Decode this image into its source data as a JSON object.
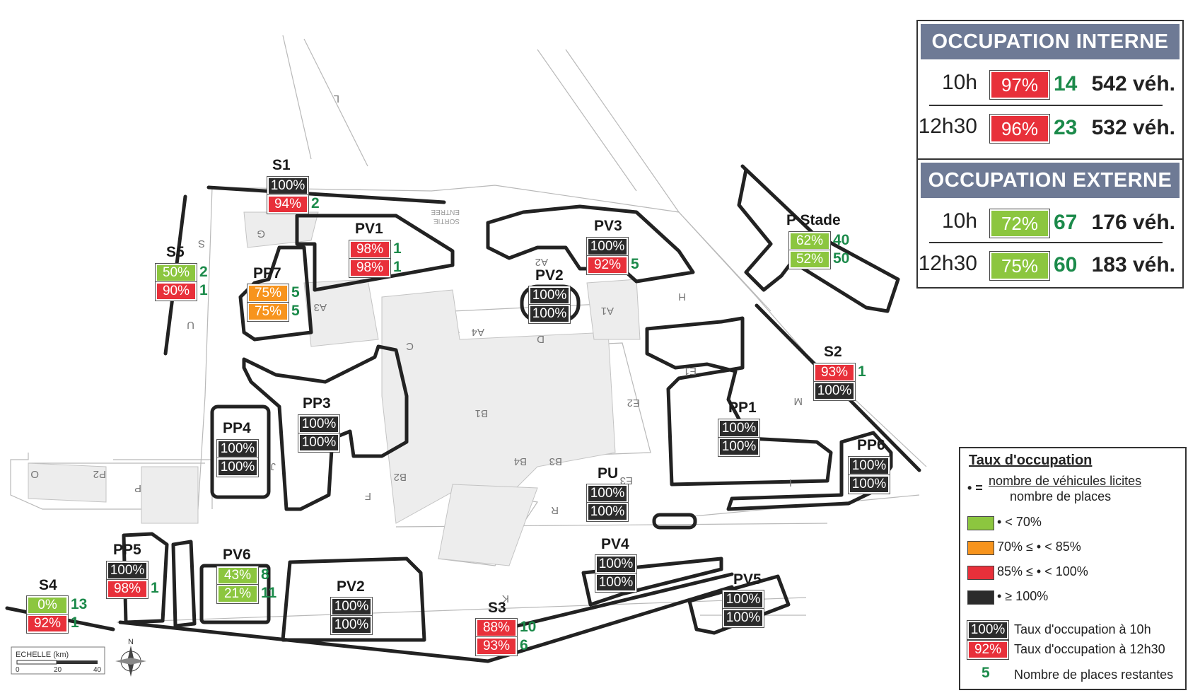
{
  "colors": {
    "green": "#8cc63f",
    "orange": "#f7941d",
    "red": "#e8303a",
    "black": "#2b2b2b",
    "remaining": "#1b8a4a",
    "panel_header": "#6e7a95"
  },
  "map_labels": {
    "building_letters": [
      "L",
      "G",
      "S",
      "U",
      "A3",
      "C",
      "D",
      "A4",
      "A2",
      "A1",
      "H",
      "E1",
      "E2",
      "B1",
      "B2",
      "B4",
      "B3",
      "E3",
      "R",
      "J",
      "F",
      "O",
      "P2",
      "P",
      "M",
      "I",
      "K"
    ],
    "entrance_labels": [
      "SORTIE",
      "ENTREE"
    ],
    "scale_label": "ECHELLE (km)",
    "scale_ticks": [
      "0",
      "20",
      "40"
    ],
    "north_label": "N"
  },
  "zones": [
    {
      "name": "S1",
      "am": "100%",
      "am_color": "black",
      "am_rem": "",
      "pm": "94%",
      "pm_color": "red",
      "pm_rem": "2"
    },
    {
      "name": "PV1",
      "am": "98%",
      "am_color": "red",
      "am_rem": "1",
      "pm": "98%",
      "pm_color": "red",
      "pm_rem": "1"
    },
    {
      "name": "PV3",
      "am": "100%",
      "am_color": "black",
      "am_rem": "",
      "pm": "92%",
      "pm_color": "red",
      "pm_rem": "5"
    },
    {
      "name": "S5",
      "am": "50%",
      "am_color": "green",
      "am_rem": "2",
      "pm": "90%",
      "pm_color": "red",
      "pm_rem": "1"
    },
    {
      "name": "PP7",
      "am": "75%",
      "am_color": "orange",
      "am_rem": "5",
      "pm": "75%",
      "pm_color": "orange",
      "pm_rem": "5"
    },
    {
      "name": "PV2",
      "am": "100%",
      "am_color": "black",
      "am_rem": "",
      "pm": "100%",
      "pm_color": "black",
      "pm_rem": ""
    },
    {
      "name": "P Stade",
      "am": "62%",
      "am_color": "green",
      "am_rem": "40",
      "pm": "52%",
      "pm_color": "green",
      "pm_rem": "50"
    },
    {
      "name": "S2",
      "am": "93%",
      "am_color": "red",
      "am_rem": "1",
      "pm": "100%",
      "pm_color": "black",
      "pm_rem": ""
    },
    {
      "name": "PP3",
      "am": "100%",
      "am_color": "black",
      "am_rem": "",
      "pm": "100%",
      "pm_color": "black",
      "pm_rem": ""
    },
    {
      "name": "PP4",
      "am": "100%",
      "am_color": "black",
      "am_rem": "",
      "pm": "100%",
      "pm_color": "black",
      "pm_rem": ""
    },
    {
      "name": "PP1",
      "am": "100%",
      "am_color": "black",
      "am_rem": "",
      "pm": "100%",
      "pm_color": "black",
      "pm_rem": ""
    },
    {
      "name": "PP6",
      "am": "100%",
      "am_color": "black",
      "am_rem": "",
      "pm": "100%",
      "pm_color": "black",
      "pm_rem": ""
    },
    {
      "name": "PU",
      "am": "100%",
      "am_color": "black",
      "am_rem": "",
      "pm": "100%",
      "pm_color": "black",
      "pm_rem": ""
    },
    {
      "name": "PP5",
      "am": "100%",
      "am_color": "black",
      "am_rem": "",
      "pm": "98%",
      "pm_color": "red",
      "pm_rem": "1"
    },
    {
      "name": "PV6",
      "am": "43%",
      "am_color": "green",
      "am_rem": "8",
      "pm": "21%",
      "pm_color": "green",
      "pm_rem": "11"
    },
    {
      "name": "PV4",
      "am": "100%",
      "am_color": "black",
      "am_rem": "",
      "pm": "100%",
      "pm_color": "black",
      "pm_rem": ""
    },
    {
      "name": "S4",
      "am": "0%",
      "am_color": "green",
      "am_rem": "13",
      "pm": "92%",
      "pm_color": "red",
      "pm_rem": "1"
    },
    {
      "name": "PV2",
      "am": "100%",
      "am_color": "black",
      "am_rem": "",
      "pm": "100%",
      "pm_color": "black",
      "pm_rem": ""
    },
    {
      "name": "S3",
      "am": "88%",
      "am_color": "red",
      "am_rem": "10",
      "pm": "93%",
      "pm_color": "red",
      "pm_rem": "6"
    },
    {
      "name": "PV5",
      "am": "100%",
      "am_color": "black",
      "am_rem": "",
      "pm": "100%",
      "pm_color": "black",
      "pm_rem": ""
    }
  ],
  "panels": {
    "internal": {
      "title": "OCCUPATION INTERNE",
      "rows": [
        {
          "time": "10h",
          "rate": "97%",
          "color": "red",
          "remaining": "14",
          "vehicles": "542 véh."
        },
        {
          "time": "12h30",
          "rate": "96%",
          "color": "red",
          "remaining": "23",
          "vehicles": "532 véh."
        }
      ]
    },
    "external": {
      "title": "OCCUPATION EXTERNE",
      "rows": [
        {
          "time": "10h",
          "rate": "72%",
          "color": "green",
          "remaining": "67",
          "vehicles": "176 véh."
        },
        {
          "time": "12h30",
          "rate": "75%",
          "color": "green",
          "remaining": "60",
          "vehicles": "183 véh."
        }
      ]
    }
  },
  "legend": {
    "title": "Taux d'occupation",
    "formula_symbol": "• =",
    "formula_numerator": "nombre de véhicules licites",
    "formula_denominator": "nombre de places",
    "classes": [
      {
        "color": "green",
        "label": "• < 70%"
      },
      {
        "color": "orange",
        "label": "70% ≤ • < 85%"
      },
      {
        "color": "red",
        "label": "85% ≤ • < 100%"
      },
      {
        "color": "black",
        "label": "• ≥ 100%"
      }
    ],
    "examples": [
      {
        "badge": "100%",
        "color": "black",
        "label": "Taux d'occupation à 10h"
      },
      {
        "badge": "92%",
        "color": "red",
        "label": "Taux d'occupation à 12h30"
      },
      {
        "badge": "5",
        "color": "remaining",
        "label": "Nombre de places restantes"
      }
    ]
  }
}
